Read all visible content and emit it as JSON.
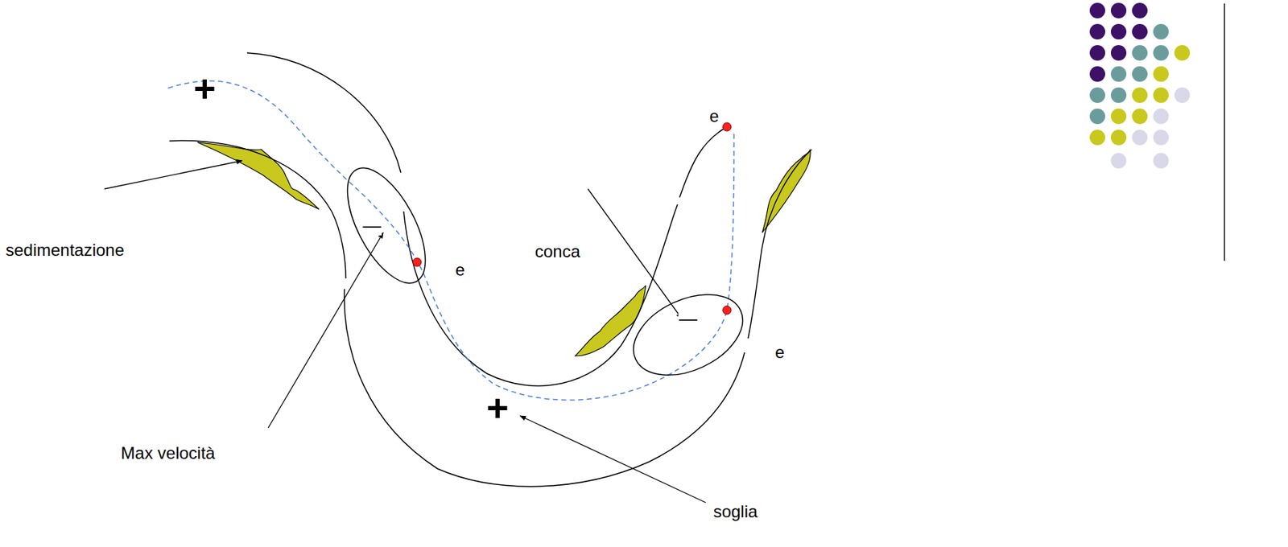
{
  "diagram": {
    "nodes": [
      {
        "text": [
          "—"
        ]
      },
      {
        "text": [
          "—"
        ]
      }
    ],
    "labels": [
      "+",
      "e",
      "sedimentazione",
      "e",
      "conca",
      "e",
      "+",
      "Max velocità",
      "soglia"
    ]
  }
}
